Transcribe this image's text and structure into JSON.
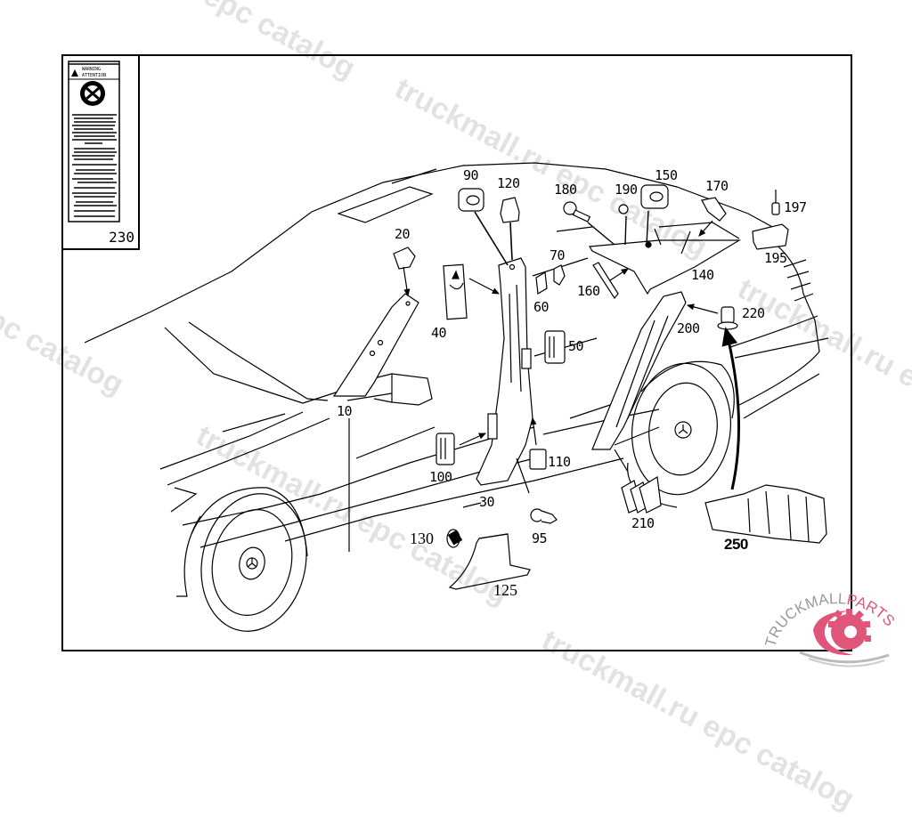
{
  "diagram": {
    "type": "exploded parts diagram",
    "subject": "Vehicle interior pillar trim panels and fasteners",
    "legend_label": {
      "part_number": "230",
      "heading_line1": "WARNING",
      "heading_line2": "ATTENTION"
    },
    "callouts": [
      {
        "id": "10",
        "label": "10"
      },
      {
        "id": "20",
        "label": "20"
      },
      {
        "id": "30",
        "label": "30"
      },
      {
        "id": "40",
        "label": "40"
      },
      {
        "id": "50",
        "label": "50"
      },
      {
        "id": "60",
        "label": "60"
      },
      {
        "id": "70",
        "label": "70"
      },
      {
        "id": "90",
        "label": "90"
      },
      {
        "id": "95",
        "label": "95"
      },
      {
        "id": "100",
        "label": "100"
      },
      {
        "id": "110",
        "label": "110"
      },
      {
        "id": "120",
        "label": "120"
      },
      {
        "id": "125",
        "label": "125"
      },
      {
        "id": "130",
        "label": "130"
      },
      {
        "id": "140",
        "label": "140"
      },
      {
        "id": "150",
        "label": "150"
      },
      {
        "id": "160",
        "label": "160"
      },
      {
        "id": "170",
        "label": "170"
      },
      {
        "id": "180",
        "label": "180"
      },
      {
        "id": "190",
        "label": "190"
      },
      {
        "id": "195",
        "label": "195"
      },
      {
        "id": "197",
        "label": "197"
      },
      {
        "id": "200",
        "label": "200"
      },
      {
        "id": "210",
        "label": "210"
      },
      {
        "id": "220",
        "label": "220"
      },
      {
        "id": "250",
        "label": "250"
      }
    ]
  },
  "watermarks": {
    "text_a": "truckmall.ru epc catalog",
    "text_b": "epc catalog",
    "text_c": "truckmall.ru e"
  },
  "logo": {
    "word_a": "TRUCKMALL",
    "word_b": "PARTS",
    "accent_color": "#e0557a",
    "grey_color": "#9a9a9a"
  }
}
